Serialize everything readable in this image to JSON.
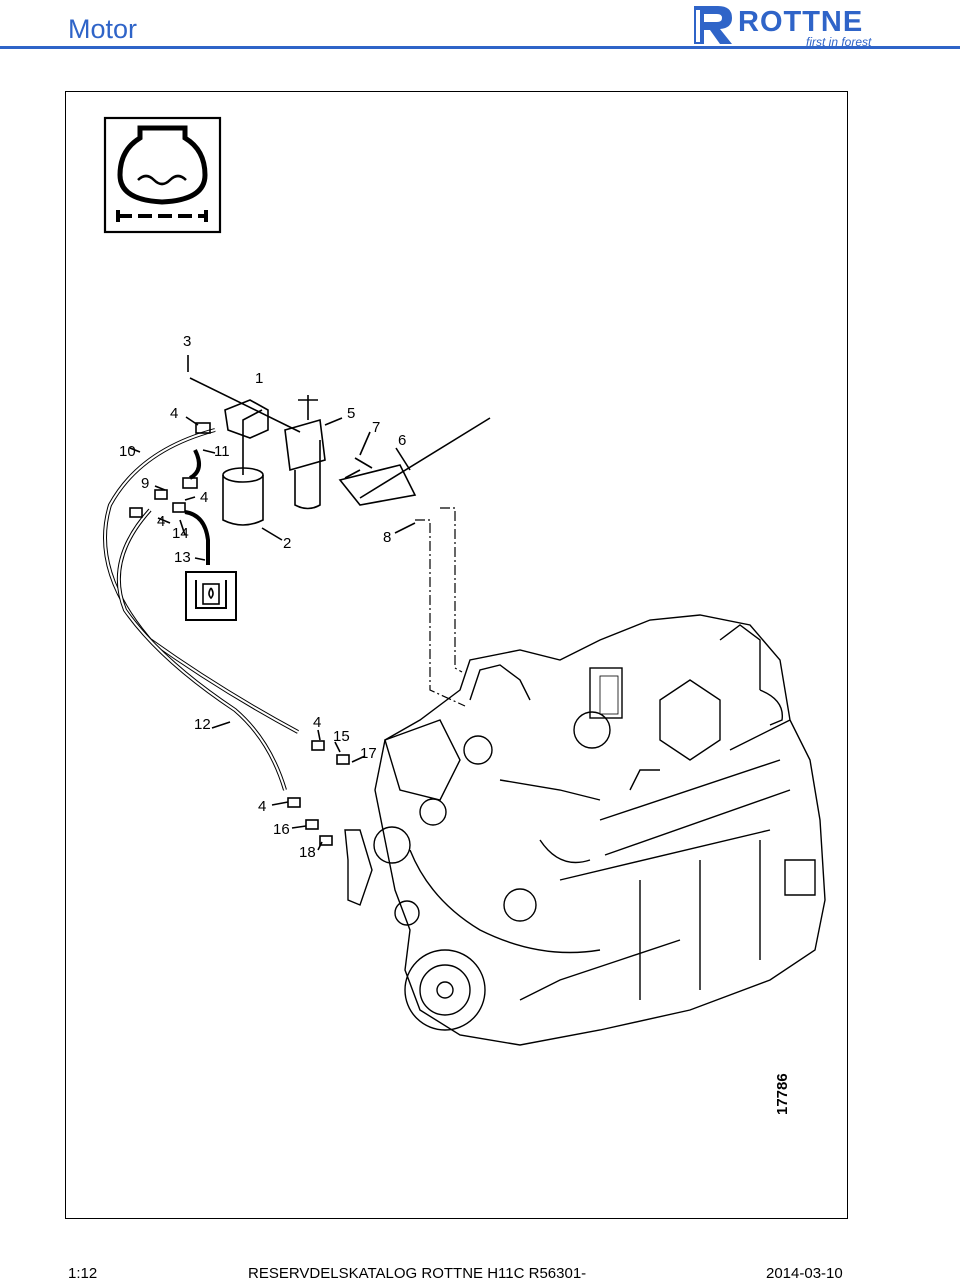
{
  "header": {
    "title": "Motor"
  },
  "logo": {
    "brand": "ROTTNE",
    "tagline": "first in forest",
    "accent": "#2f64c8"
  },
  "drawing": {
    "number": "17786",
    "callouts": [
      {
        "id": "c3",
        "label": "3"
      },
      {
        "id": "c1",
        "label": "1"
      },
      {
        "id": "c4a",
        "label": "4"
      },
      {
        "id": "c5",
        "label": "5"
      },
      {
        "id": "c7",
        "label": "7"
      },
      {
        "id": "c6",
        "label": "6"
      },
      {
        "id": "c10",
        "label": "10"
      },
      {
        "id": "c11",
        "label": "11"
      },
      {
        "id": "c9",
        "label": "9"
      },
      {
        "id": "c4b",
        "label": "4"
      },
      {
        "id": "c4c",
        "label": "4"
      },
      {
        "id": "c14",
        "label": "14"
      },
      {
        "id": "c2",
        "label": "2"
      },
      {
        "id": "c8",
        "label": "8"
      },
      {
        "id": "c13",
        "label": "13"
      },
      {
        "id": "c12",
        "label": "12"
      },
      {
        "id": "c4d",
        "label": "4"
      },
      {
        "id": "c15",
        "label": "15"
      },
      {
        "id": "c17",
        "label": "17"
      },
      {
        "id": "c4e",
        "label": "4"
      },
      {
        "id": "c16",
        "label": "16"
      },
      {
        "id": "c18",
        "label": "18"
      }
    ]
  },
  "footer": {
    "page": "1:12",
    "catalog": "RESERVDELSKATALOG  ROTTNE H11C R56301-",
    "date": "2014-03-10"
  }
}
